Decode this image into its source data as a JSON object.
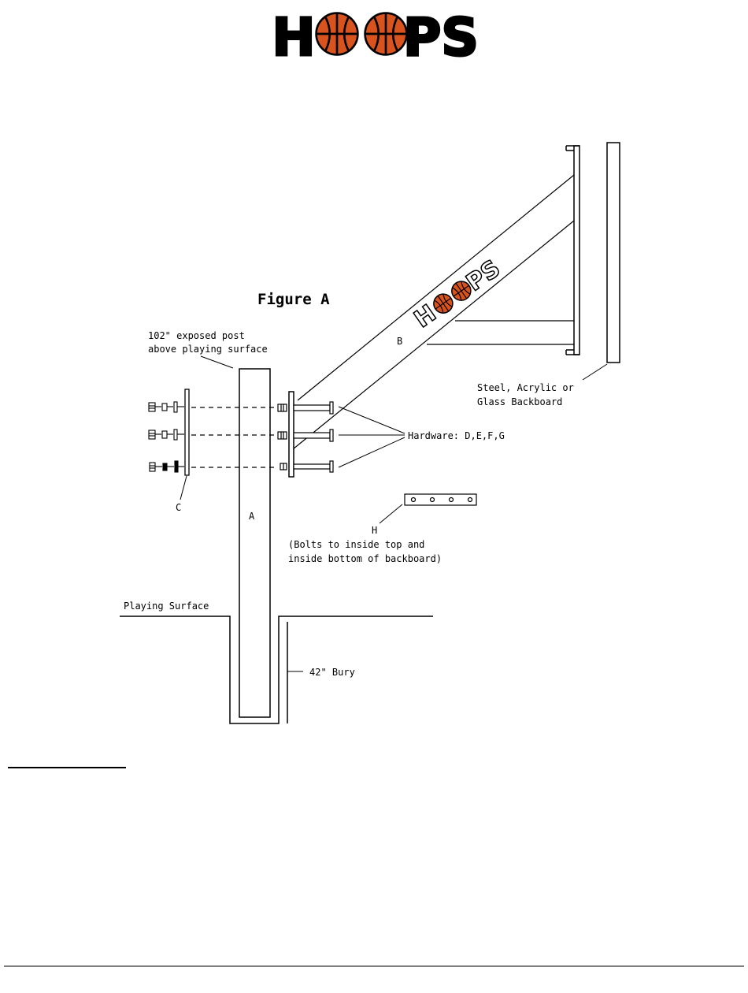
{
  "logo": {
    "wordmark": "HOOPS",
    "left_letter": "H",
    "right_letters": "PS"
  },
  "figure": {
    "title": "Figure A",
    "post_label": "A",
    "arm_label": "B",
    "plate_label": "C",
    "bracket_label": "H",
    "exposed_post_line1": "102\" exposed post",
    "exposed_post_line2": "above playing surface",
    "backboard_line1": "Steel, Acrylic or",
    "backboard_line2": "Glass Backboard",
    "hardware": "Hardware: D,E,F,G",
    "bracket_note_line1": "(Bolts to inside top and",
    "bracket_note_line2": "inside bottom of backboard)",
    "playing_surface": "Playing Surface",
    "bury": "42\" Bury"
  },
  "colors": {
    "ball": "#d9531e",
    "line": "#000000",
    "background": "#ffffff"
  }
}
